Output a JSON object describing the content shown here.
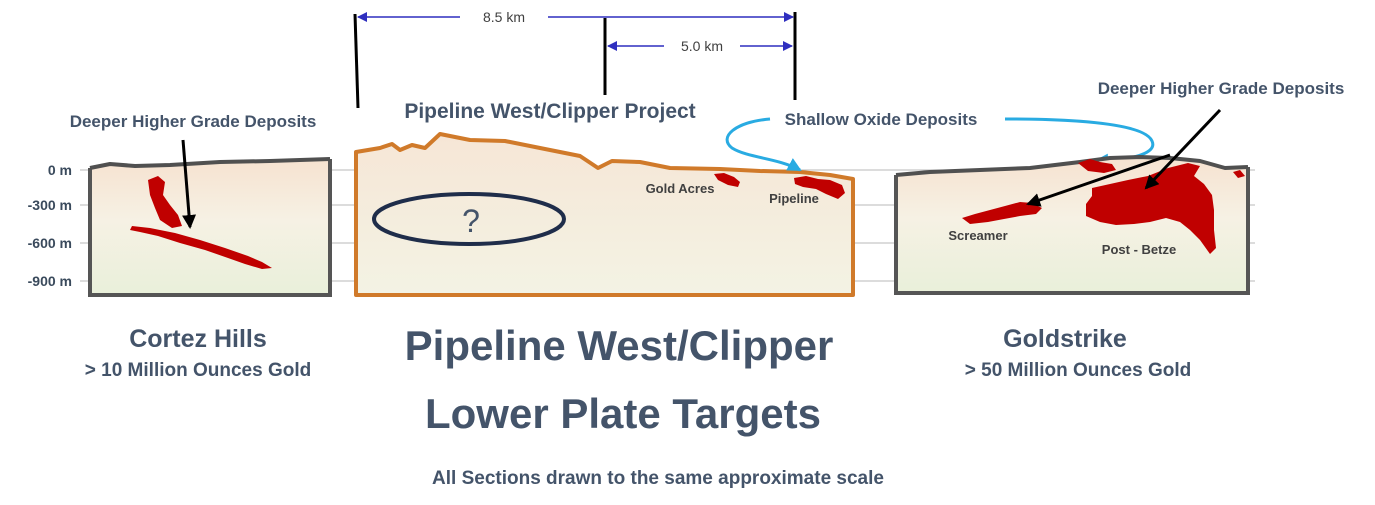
{
  "scale_bars": {
    "long_label": "8.5 km",
    "short_label": "5.0 km"
  },
  "depth_labels": [
    "0 m",
    "-300 m",
    "-600 m",
    "-900 m"
  ],
  "annotations": {
    "cortez_deeper": "Deeper Higher Grade Deposits",
    "goldstrike_deeper": "Deeper Higher Grade Deposits",
    "shallow_oxide": "Shallow Oxide Deposits",
    "project_title": "Pipeline West/Clipper Project",
    "unknown_target": "?"
  },
  "deposits": {
    "gold_acres": "Gold Acres",
    "pipeline": "Pipeline",
    "screamer": "Screamer",
    "post_betze": "Post - Betze"
  },
  "sections": {
    "cortez": {
      "name": "Cortez Hills",
      "ounces": "> 10 Million Ounces Gold"
    },
    "goldstrike": {
      "name": "Goldstrike",
      "ounces": "> 50 Million Ounces Gold"
    }
  },
  "main_title": {
    "line1": "Pipeline West/Clipper",
    "line2": "Lower Plate Targets"
  },
  "footer": "All Sections drawn to the same approximate scale",
  "colors": {
    "ore": "#c00000",
    "project_outline": "#d07a2a",
    "scale_arrow": "#2f2fbf",
    "callout_blue": "#29abe2",
    "section_border": "#555555",
    "text": "#44546a"
  }
}
